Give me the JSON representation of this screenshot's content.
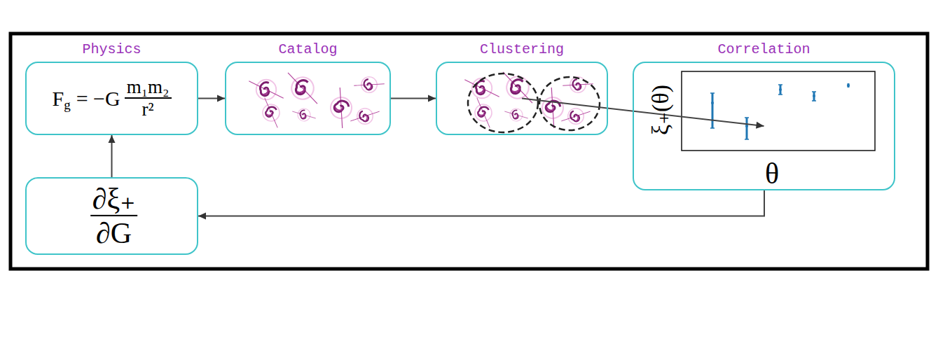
{
  "diagram": {
    "nodes": [
      {
        "text": [
          "Physics",
          "F",
          "g",
          "= −G",
          "m₁m₂",
          "r²"
        ]
      },
      {
        "text": [
          "Catalog"
        ]
      },
      {
        "text": [
          "Clustering"
        ]
      },
      {
        "text": [
          "Correlation",
          "ξ₊(θ)",
          "θ"
        ]
      },
      {
        "text": [
          "∂ξ₊",
          "∂G"
        ]
      }
    ],
    "edges": [
      {
        "from": 0,
        "to": 1,
        "arrow": "to"
      },
      {
        "from": 1,
        "to": 2,
        "arrow": "to"
      },
      {
        "from": 2,
        "to": 3,
        "arrow": "to"
      },
      {
        "from": 3,
        "to": 4,
        "arrow": "to"
      },
      {
        "from": 4,
        "to": 0,
        "arrow": "to"
      }
    ]
  }
}
